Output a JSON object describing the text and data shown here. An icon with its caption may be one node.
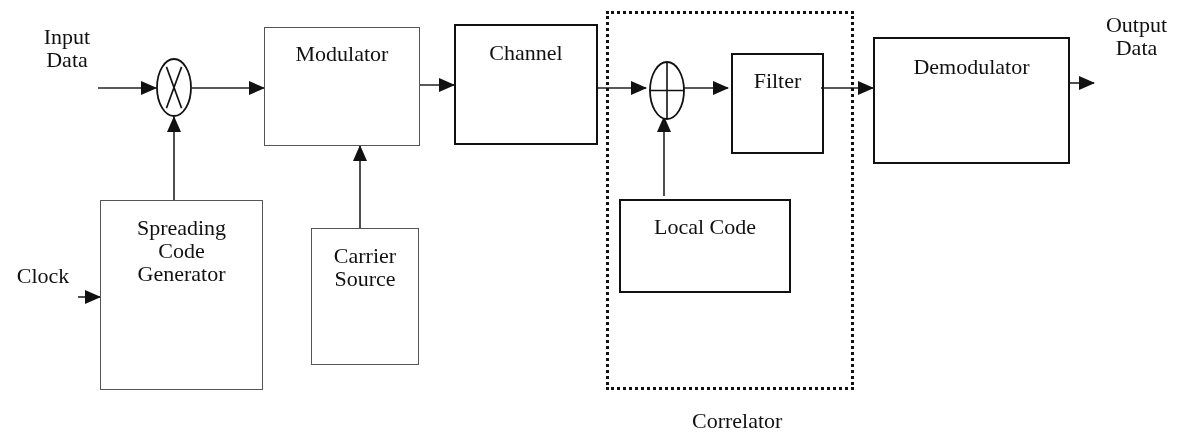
{
  "diagram": {
    "nodes": [
      {
        "text": [
          "Input Data"
        ]
      },
      {
        "text": [],
        "shape": "circle"
      },
      {
        "text": [
          "Modulator"
        ]
      },
      {
        "text": [
          "Spreading Code Generator"
        ]
      },
      {
        "text": [
          "Carrier Source"
        ]
      },
      {
        "text": [
          "Channel"
        ]
      },
      {
        "text": [
          "Correlator"
        ]
      },
      {
        "text": [],
        "shape": "circle",
        "in": 6
      },
      {
        "text": [
          "Filter"
        ],
        "in": 6
      },
      {
        "text": [
          "Local Code"
        ],
        "in": 6
      },
      {
        "text": [
          "Demodulator"
        ]
      },
      {
        "text": [
          "Output Data"
        ]
      },
      {
        "text": [
          "Clock"
        ]
      }
    ],
    "edges": [
      {
        "from": 0,
        "to": 1,
        "arrow": "to"
      },
      {
        "from": 1,
        "to": 2,
        "arrow": "to"
      },
      {
        "from": 3,
        "to": 1,
        "arrow": "to"
      },
      {
        "from": 12,
        "to": 3,
        "arrow": "to"
      },
      {
        "from": 4,
        "to": 2,
        "arrow": "to"
      },
      {
        "from": 2,
        "to": 5,
        "arrow": "to"
      },
      {
        "from": 5,
        "to": 7,
        "arrow": "to"
      },
      {
        "from": 9,
        "to": 7,
        "arrow": "to"
      },
      {
        "from": 7,
        "to": 8,
        "arrow": "to"
      },
      {
        "from": 8,
        "to": 10,
        "arrow": "to"
      },
      {
        "from": 10,
        "to": 11,
        "arrow": "to"
      }
    ]
  }
}
